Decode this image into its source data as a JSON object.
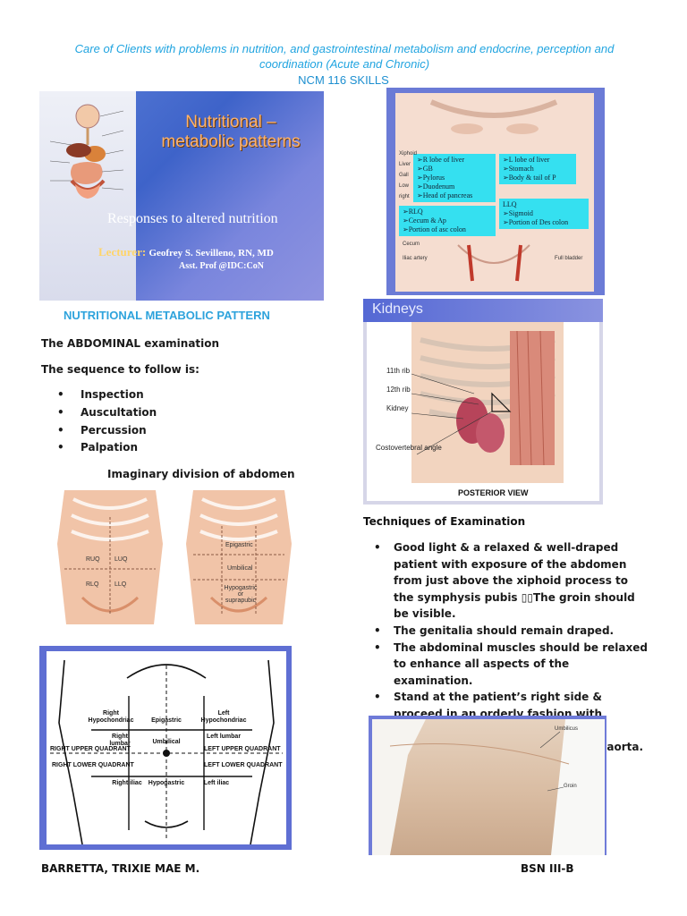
{
  "header": {
    "line1": "Care of Clients with problems in nutrition, and gastrointestinal metabolism and endocrine, perception and coordination (Acute and Chronic)",
    "line2": "NCM 116 SKILLS"
  },
  "slide1": {
    "title_line1": "Nutritional –",
    "title_line2": "metabolic patterns",
    "subtitle": "Responses to altered nutrition",
    "lecturer_label": "Lecturer:",
    "lecturer_name": "Geofrey S. Sevilleno, RN, MD",
    "position": "Asst. Prof @IDC:CoN"
  },
  "slide2": {
    "ruq": [
      "➢R lobe of liver",
      "➢GB",
      "➢Pylorus",
      "➢Duodenum",
      "➢Head of pancreas"
    ],
    "luq": [
      "➢L lobe of liver",
      "➢Stomach",
      "➢Body & tail of P"
    ],
    "rlq": [
      "➢RLQ",
      "➢Cecum & Ap",
      "➢Portion of asc colon"
    ],
    "llq": [
      "LLQ",
      "➢Sigmoid",
      "➢Portion of Des colon"
    ],
    "side_labels": [
      "Xiphoid",
      "Liver",
      "Gall",
      "Low",
      "right",
      "Cecum",
      "Iliac artery",
      "Full bladder"
    ]
  },
  "slide3": {
    "title": "Kidneys",
    "labels": [
      "11th rib",
      "12th rib",
      "Kidney",
      "Costovertebral angle"
    ],
    "caption": "POSTERIOR VIEW"
  },
  "section": {
    "heading": "NUTRITIONAL METABOLIC PATTERN",
    "intro": "The ABDOMINAL examination",
    "sequence_intro": "The sequence to follow is:",
    "sequence": [
      "Inspection",
      "Auscultation",
      "Percussion",
      "Palpation"
    ],
    "caption": "Imaginary division of abdomen"
  },
  "abdomen_quadrants": [
    "RUQ",
    "LUQ",
    "RLQ",
    "LLQ"
  ],
  "abdomen_regions": [
    "Epigastric",
    "Umbilical",
    "Hypogastric or suprapubic"
  ],
  "diagram": {
    "labels": [
      "Right Hypochondriac",
      "Epigastric",
      "Left Hypochondriac",
      "Right lumbar",
      "Umbilical",
      "Left lumbar",
      "Right iliac",
      "Hypogastric",
      "Left iliac"
    ],
    "quadrants": [
      "RIGHT UPPER QUADRANT",
      "LEFT UPPER QUADRANT",
      "RIGHT LOWER QUADRANT",
      "LEFT LOWER QUADRANT"
    ]
  },
  "techniques": {
    "heading": "Techniques of Examination",
    "items": [
      "Good light & a relaxed & well-draped patient with exposure of the abdomen from just above the xiphoid process to the symphysis pubis ▯▯The groin should be visible.",
      "The genitalia should remain draped.",
      "The abdominal muscles should be relaxed to enhance all aspects of the examination.",
      "Stand at the patient’s right side & proceed in an orderly fashion with IAPePa.",
      "Assess the liver, spleen, kidneys & aorta."
    ]
  },
  "photo": {
    "labels": [
      "Umbilicus",
      "Groin"
    ]
  },
  "footer": {
    "name": "BARRETTA, TRIXIE MAE M.",
    "class": "BSN III-B"
  }
}
